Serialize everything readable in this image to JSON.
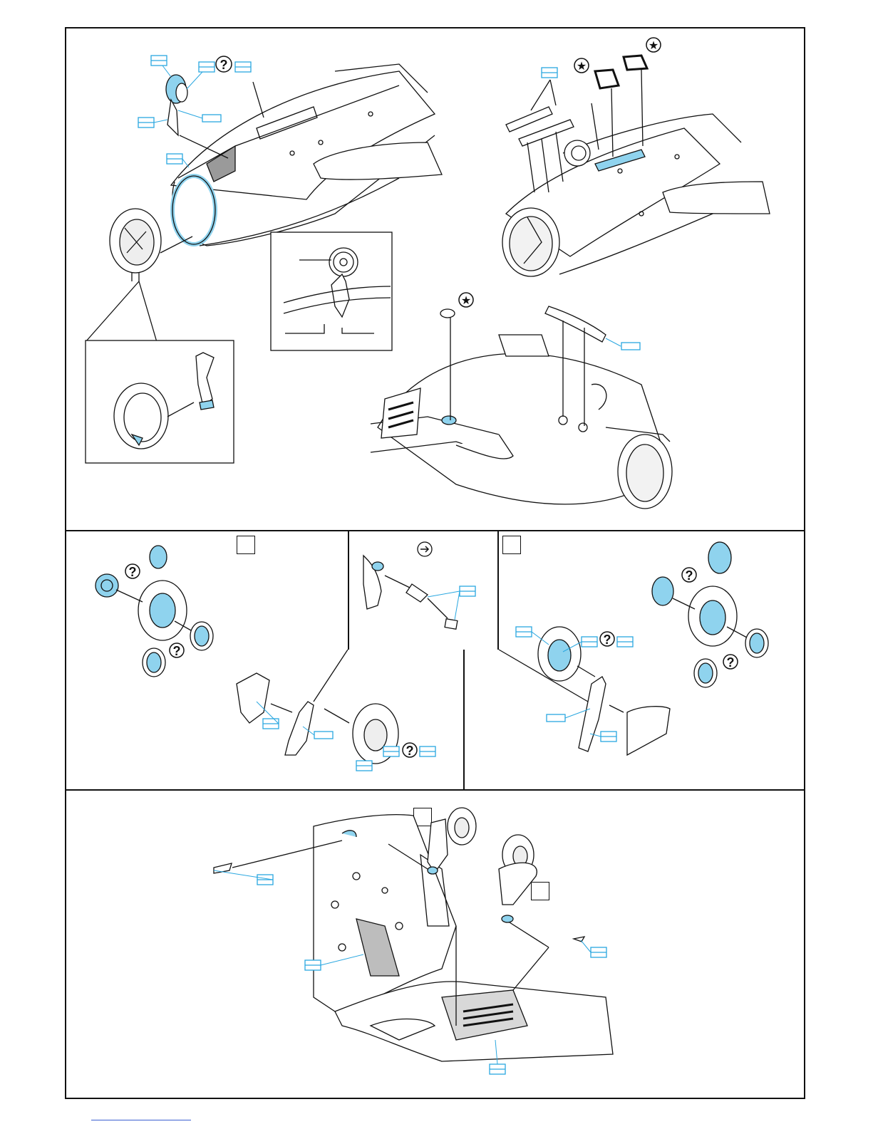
{
  "colors": {
    "line": "#111111",
    "accent": "#8fd3ee",
    "callout": "#2aa7e0",
    "paper": "#ffffff",
    "link": "#3a5fd0"
  },
  "symbols": {
    "question": "?",
    "star": "★",
    "flip_icon": "arrow-circle-icon"
  },
  "panels": [
    {
      "name": "engine-nose-gear"
    },
    {
      "name": "main-wheel-left"
    },
    {
      "name": "gear-link"
    },
    {
      "name": "main-wheel-right"
    },
    {
      "name": "wing-gear-bays"
    }
  ]
}
